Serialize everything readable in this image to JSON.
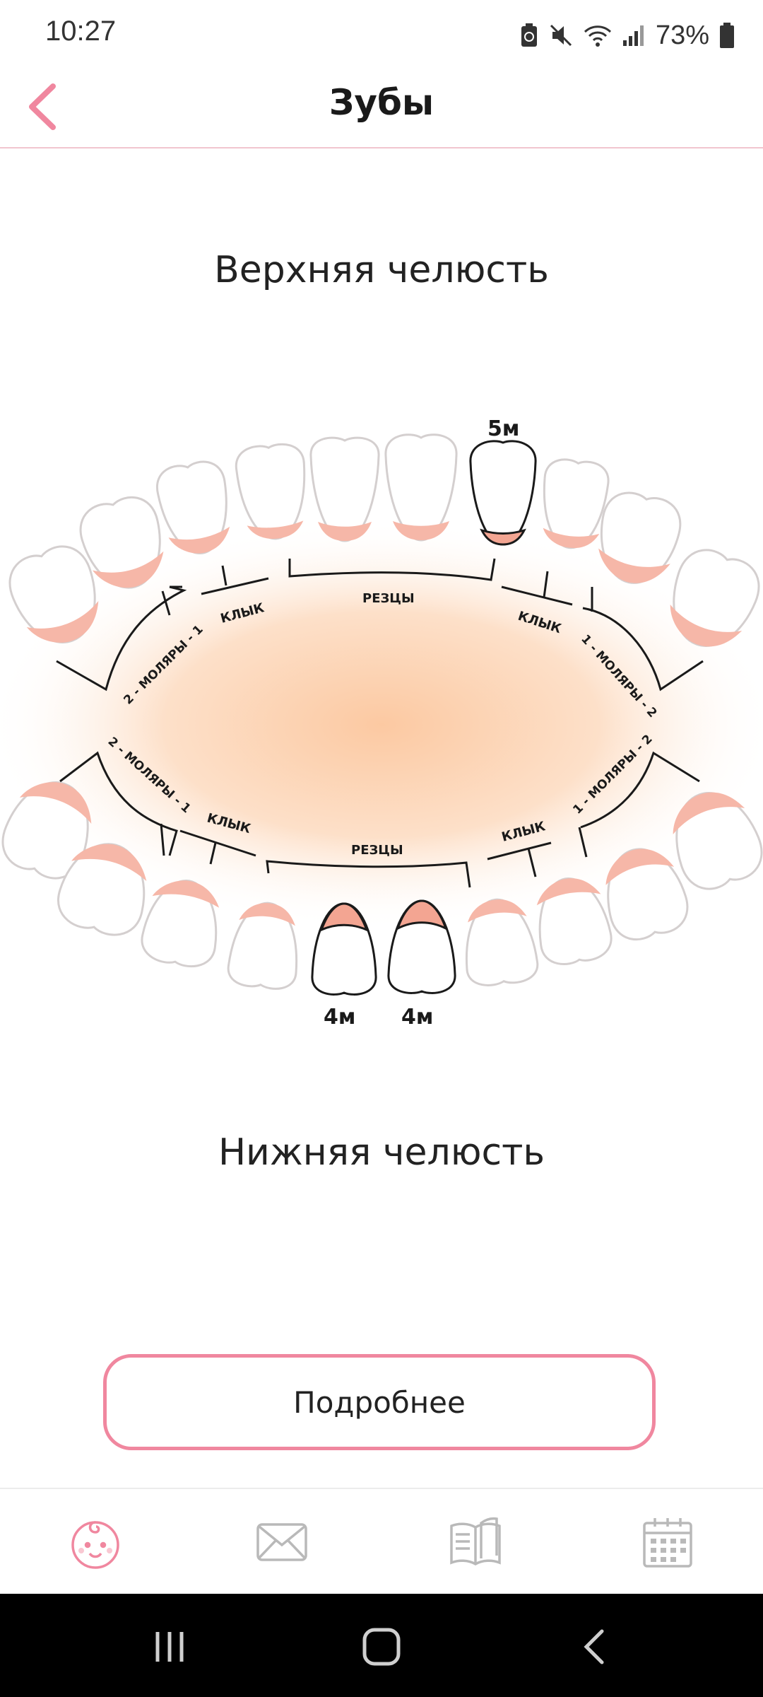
{
  "status": {
    "time": "10:27",
    "battery": "73%",
    "icons": [
      "battery-saver-icon",
      "mute-icon",
      "wifi-icon",
      "signal-icon",
      "battery-icon"
    ]
  },
  "header": {
    "title": "Зубы",
    "back_icon": "chevron-left-icon"
  },
  "upper_jaw": {
    "title": "Верхняя челюсть",
    "groups": {
      "molars_left": "2 - МОЛЯРЫ - 1",
      "canine_left": "КЛЫК",
      "incisors": "РЕЗЦЫ",
      "canine_right": "КЛЫК",
      "molars_right": "1 - МОЛЯРЫ - 2"
    },
    "erupted": [
      {
        "tooth": "upper-central-incisor-right",
        "label": "5м"
      }
    ]
  },
  "lower_jaw": {
    "title": "Нижняя челюсть",
    "groups": {
      "molars_left": "2 - МОЛЯРЫ - 1",
      "canine_left": "КЛЫК",
      "incisors": "РЕЗЦЫ",
      "canine_right": "КЛЫК",
      "molars_right": "1 - МОЛЯРЫ - 2"
    },
    "erupted": [
      {
        "tooth": "lower-central-incisor-left",
        "label": "4м"
      },
      {
        "tooth": "lower-central-incisor-right",
        "label": "4м"
      }
    ]
  },
  "actions": {
    "more_label": "Подробнее"
  },
  "bottom_nav": [
    {
      "name": "baby",
      "icon": "baby-face-icon",
      "active": true
    },
    {
      "name": "messages",
      "icon": "envelope-icon",
      "active": false
    },
    {
      "name": "articles",
      "icon": "book-icon",
      "active": false
    },
    {
      "name": "calendar",
      "icon": "calendar-icon",
      "active": false
    }
  ],
  "colors": {
    "accent": "#f0879f",
    "gum": "#f6b7a8",
    "erupted_gum": "#f3a592",
    "mouth_glow": "#fcc9a2",
    "tooth_outline_inactive": "#d4cfcf",
    "tooth_outline_active": "#1a1a1a"
  }
}
